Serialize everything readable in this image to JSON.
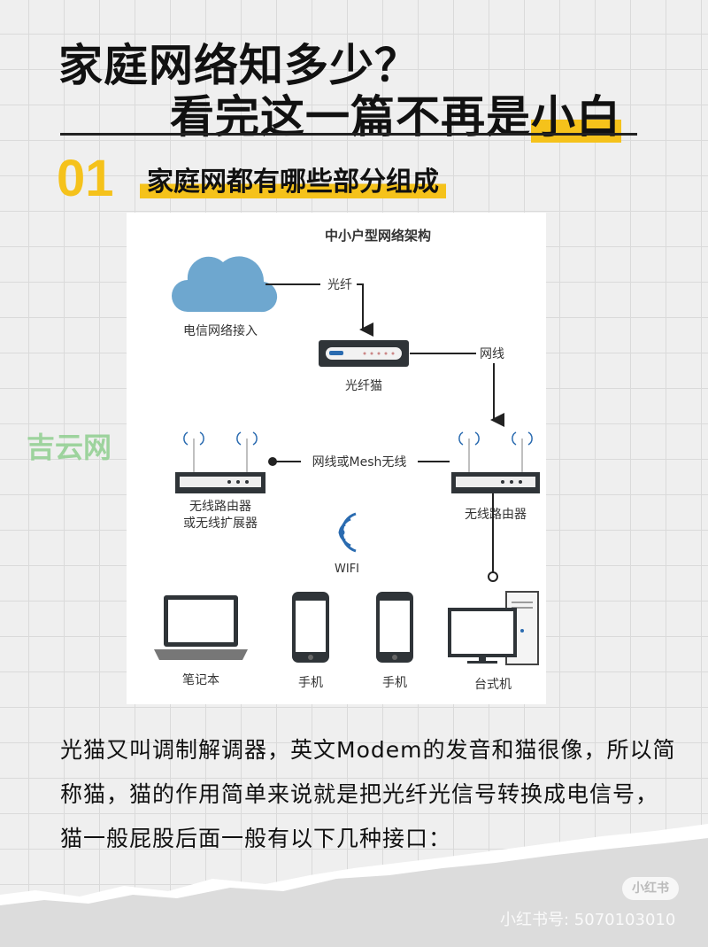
{
  "header": {
    "title_line1": "家庭网络知多少？",
    "title_line2_prefix": "看完这一篇不再是",
    "title_line2_highlight": "小白"
  },
  "section": {
    "number": "01",
    "title": "家庭网都有哪些部分组成"
  },
  "diagram": {
    "title": "中小户型网络架构",
    "cloud_label": "电信网络接入",
    "fiber_label": "光纤",
    "modem_label": "光纤猫",
    "cable_label": "网线",
    "link_label": "网线或Mesh无线",
    "left_router_line1": "无线路由器",
    "left_router_line2": "或无线扩展器",
    "right_router_label": "无线路由器",
    "wifi_label": "WIFI",
    "laptop_label": "笔记本",
    "phone1_label": "手机",
    "phone2_label": "手机",
    "desktop_label": "台式机"
  },
  "watermark": "吉云网",
  "body": {
    "text": "光猫又叫调制解调器，英文Modem的发音和猫很像，所以简称猫，猫的作用简单来说就是把光纤光信号转换成电信号，猫一般屁股后面一般有以下几种接口："
  },
  "footer": {
    "badge": "小红书",
    "account": "小红书号: 5070103010"
  },
  "colors": {
    "accent": "#f5c21b",
    "cloud": "#6ea7cf",
    "device": "#2f3438",
    "wifi": "#2a6bb0"
  }
}
